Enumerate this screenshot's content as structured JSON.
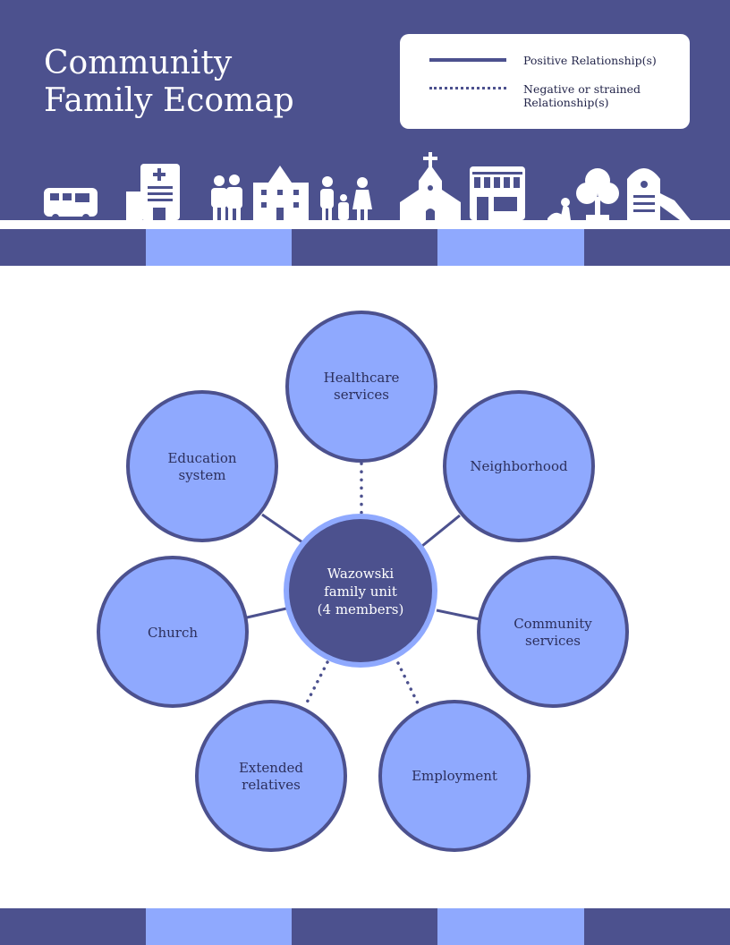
{
  "title": {
    "line1": "Community",
    "line2": "Family Ecomap"
  },
  "legend": {
    "positive": "Positive Relationship(s)",
    "negative_line1": "Negative or strained",
    "negative_line2": "Relationship(s)"
  },
  "colors": {
    "dark": "#4c518e",
    "light": "#8fa9fe",
    "text": "#2c2f5c",
    "white": "#ffffff"
  },
  "center": {
    "line1": "Wazowski",
    "line2": "family unit",
    "line3": "(4 members)"
  },
  "nodes": [
    {
      "id": "healthcare",
      "line1": "Healthcare",
      "line2": "services",
      "relationship": "negative"
    },
    {
      "id": "neighborhood",
      "line1": "Neighborhood",
      "line2": "",
      "relationship": "positive"
    },
    {
      "id": "community",
      "line1": "Community",
      "line2": "services",
      "relationship": "positive"
    },
    {
      "id": "employment",
      "line1": "Employment",
      "line2": "",
      "relationship": "negative"
    },
    {
      "id": "extended",
      "line1": "Extended",
      "line2": "relatives",
      "relationship": "negative"
    },
    {
      "id": "church",
      "line1": "Church",
      "line2": "",
      "relationship": "positive"
    },
    {
      "id": "education",
      "line1": "Education",
      "line2": "system",
      "relationship": "positive"
    }
  ],
  "skyline_icons": [
    "bus-icon",
    "hospital-icon",
    "couple-icon",
    "apartment-icon",
    "family-icon",
    "church-icon",
    "store-icon",
    "dog-icon",
    "tree-icon",
    "playground-icon"
  ]
}
